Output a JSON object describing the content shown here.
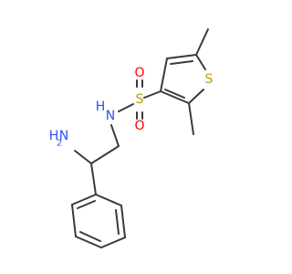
{
  "molecule": {
    "atoms": {
      "S1": {
        "symbol": "S",
        "color": "#b8a200"
      },
      "S2": {
        "symbol": "S",
        "color": "#b8a200"
      },
      "O1": {
        "symbol": "O",
        "color": "#ff0000"
      },
      "O2": {
        "symbol": "O",
        "color": "#ff0000"
      },
      "N1": {
        "symbol": "N",
        "color": "#3050f8"
      },
      "N1H": {
        "symbol": "H",
        "color": "#3050f8"
      },
      "N2H": {
        "symbol": "H",
        "color": "#3050f8"
      },
      "N2": {
        "symbol": "N",
        "color": "#3050f8"
      },
      "N2sub": {
        "symbol": "2",
        "color": "#3050f8"
      }
    },
    "bond_color": "#3a3a3a"
  }
}
